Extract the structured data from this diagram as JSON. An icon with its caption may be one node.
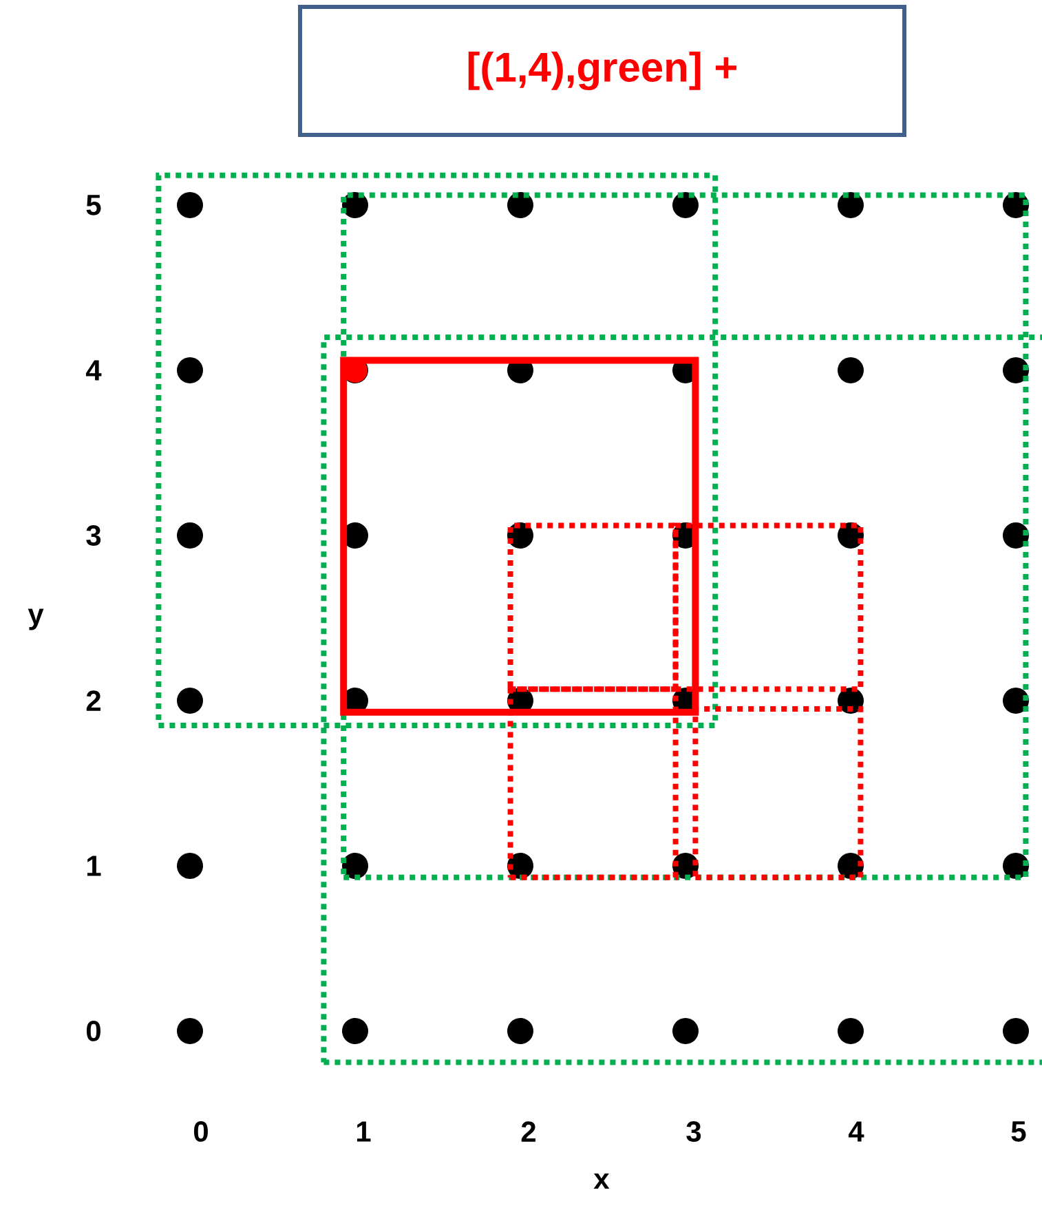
{
  "diagram": {
    "nodes": [
      {
        "text": [
          "[(1,4),green] +"
        ]
      },
      {
        "text": [],
        "shape": "box"
      },
      {
        "text": [],
        "shape": "box"
      },
      {
        "text": [],
        "shape": "box"
      },
      {
        "text": [],
        "shape": "box"
      },
      {
        "text": [],
        "shape": "box",
        "in": 4
      },
      {
        "text": [],
        "shape": "box"
      },
      {
        "text": [],
        "shape": "box"
      },
      {
        "text": [],
        "shape": "box"
      }
    ],
    "labels": [
      "5",
      "4",
      "3",
      "y",
      "2",
      "1",
      "0",
      "0",
      "1",
      "2",
      "3",
      "4",
      "5",
      "x"
    ]
  }
}
